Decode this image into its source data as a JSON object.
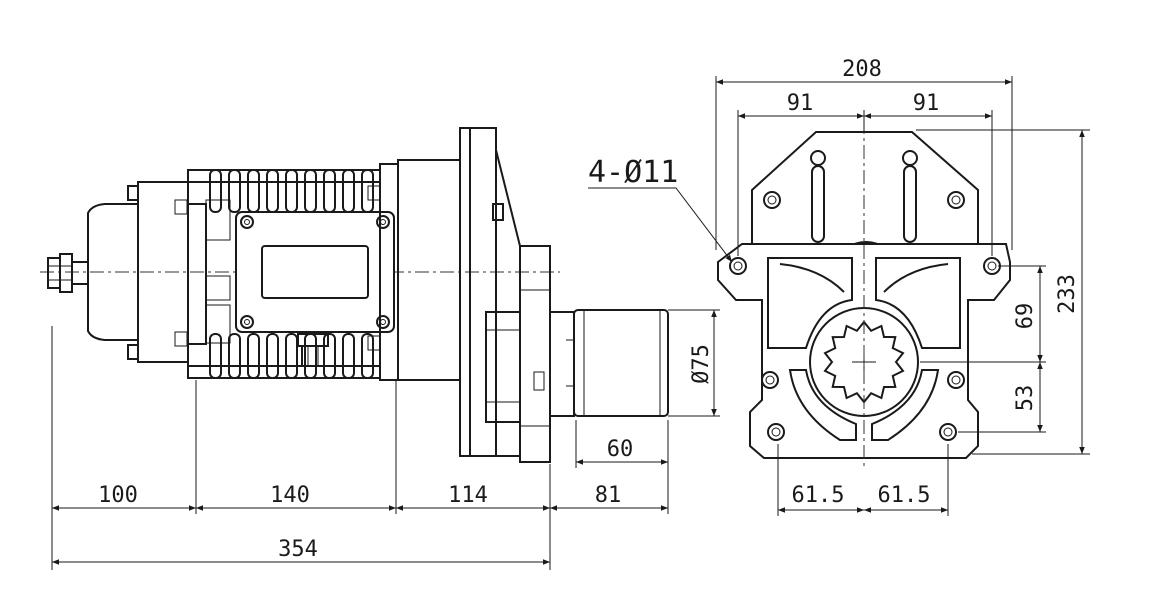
{
  "side_view": {
    "dim_100": "100",
    "dim_140": "140",
    "dim_114": "114",
    "dim_81": "81",
    "dim_354": "354",
    "dim_60": "60",
    "dim_dia75": "Ø75"
  },
  "end_view": {
    "dim_208": "208",
    "dim_91_left": "91",
    "dim_91_right": "91",
    "dim_233": "233",
    "dim_69": "69",
    "dim_53": "53",
    "dim_61_5_left": "61.5",
    "dim_61_5_right": "61.5",
    "hole_note": "4-Ø11"
  },
  "colors": {
    "line": "#1a1a1a",
    "background": "#ffffff"
  }
}
